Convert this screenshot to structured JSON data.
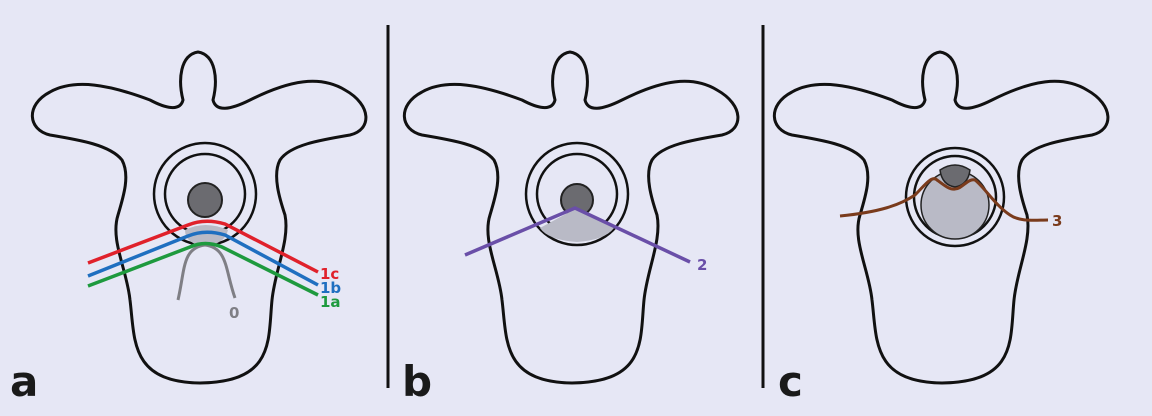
{
  "panels": [
    {
      "letter": "a",
      "lines": [
        {
          "label": "1c",
          "color": "#e0212b"
        },
        {
          "label": "1b",
          "color": "#1f6fc0"
        },
        {
          "label": "1a",
          "color": "#1e9a3e"
        },
        {
          "label": "0",
          "color": "#808080"
        }
      ]
    },
    {
      "letter": "b",
      "lines": [
        {
          "label": "2",
          "color": "#6a4fa8"
        }
      ]
    },
    {
      "letter": "c",
      "lines": [
        {
          "label": "3",
          "color": "#7a3b1c"
        }
      ]
    }
  ]
}
